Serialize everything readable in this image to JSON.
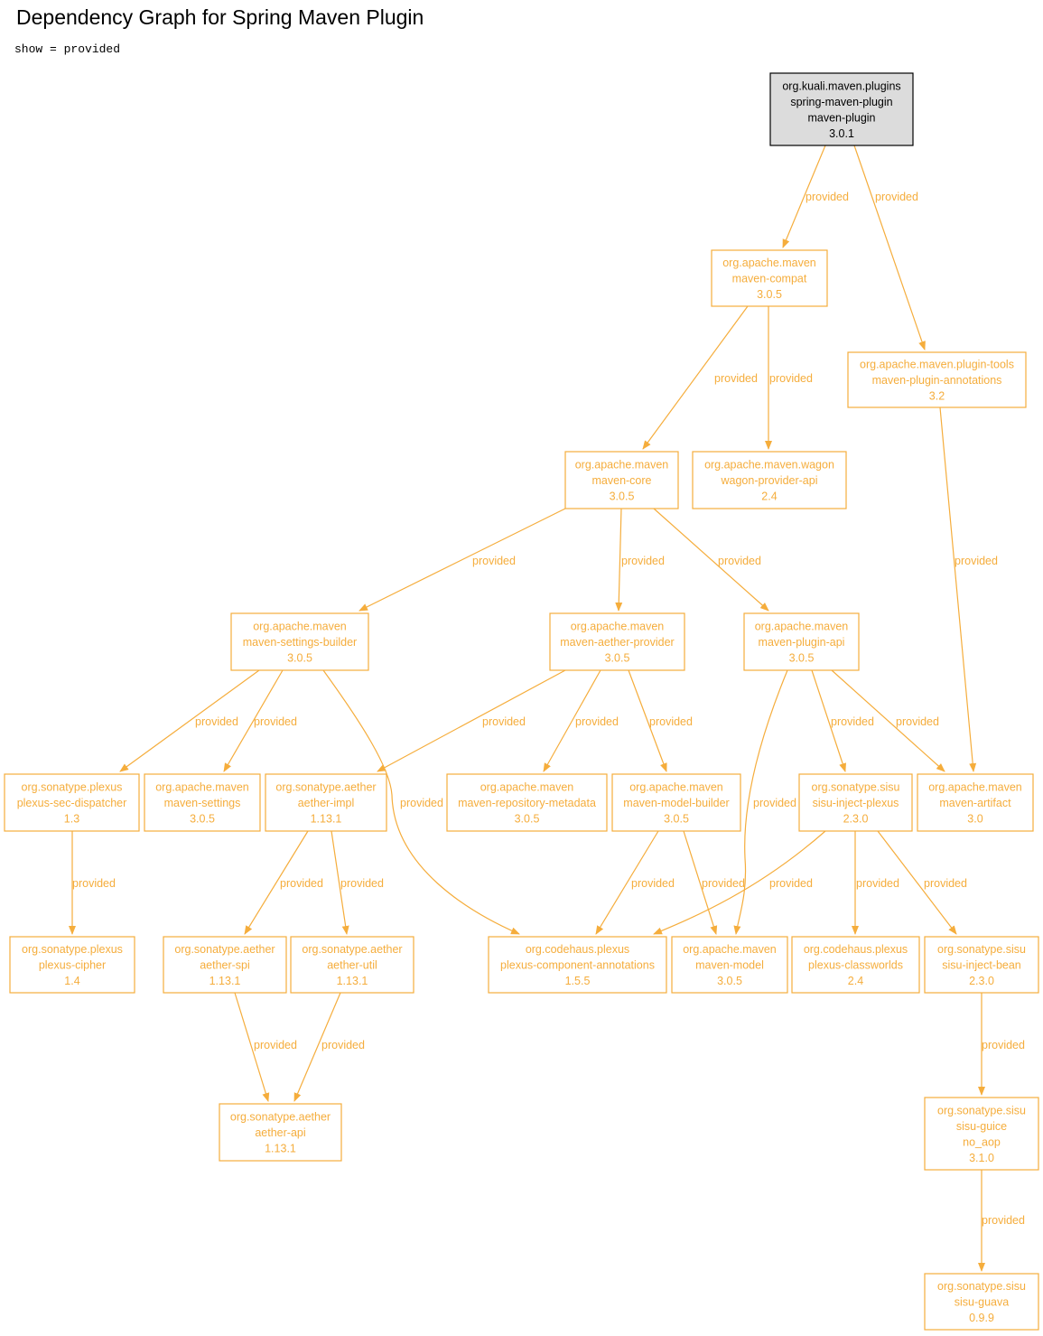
{
  "title": "Dependency Graph for Spring Maven Plugin",
  "subtitle": "show = provided",
  "colors": {
    "accent": "#f5ad3c",
    "root_fill": "#dcdcdc",
    "root_stroke": "#000000",
    "root_text": "#000000"
  },
  "nodes": [
    {
      "id": "root",
      "root": true,
      "lines": [
        "org.kuali.maven.plugins",
        "spring-maven-plugin",
        "maven-plugin",
        "3.0.1"
      ]
    },
    {
      "id": "maven-compat",
      "lines": [
        "org.apache.maven",
        "maven-compat",
        "3.0.5"
      ]
    },
    {
      "id": "maven-plugin-annotations",
      "lines": [
        "org.apache.maven.plugin-tools",
        "maven-plugin-annotations",
        "3.2"
      ]
    },
    {
      "id": "maven-core",
      "lines": [
        "org.apache.maven",
        "maven-core",
        "3.0.5"
      ]
    },
    {
      "id": "wagon-provider-api",
      "lines": [
        "org.apache.maven.wagon",
        "wagon-provider-api",
        "2.4"
      ]
    },
    {
      "id": "maven-settings-builder",
      "lines": [
        "org.apache.maven",
        "maven-settings-builder",
        "3.0.5"
      ]
    },
    {
      "id": "maven-aether-provider",
      "lines": [
        "org.apache.maven",
        "maven-aether-provider",
        "3.0.5"
      ]
    },
    {
      "id": "maven-plugin-api",
      "lines": [
        "org.apache.maven",
        "maven-plugin-api",
        "3.0.5"
      ]
    },
    {
      "id": "plexus-sec-dispatcher",
      "lines": [
        "org.sonatype.plexus",
        "plexus-sec-dispatcher",
        "1.3"
      ]
    },
    {
      "id": "maven-settings",
      "lines": [
        "org.apache.maven",
        "maven-settings",
        "3.0.5"
      ]
    },
    {
      "id": "aether-impl",
      "lines": [
        "org.sonatype.aether",
        "aether-impl",
        "1.13.1"
      ]
    },
    {
      "id": "maven-repository-metadata",
      "lines": [
        "org.apache.maven",
        "maven-repository-metadata",
        "3.0.5"
      ]
    },
    {
      "id": "maven-model-builder",
      "lines": [
        "org.apache.maven",
        "maven-model-builder",
        "3.0.5"
      ]
    },
    {
      "id": "sisu-inject-plexus",
      "lines": [
        "org.sonatype.sisu",
        "sisu-inject-plexus",
        "2.3.0"
      ]
    },
    {
      "id": "maven-artifact",
      "lines": [
        "org.apache.maven",
        "maven-artifact",
        "3.0"
      ]
    },
    {
      "id": "plexus-cipher",
      "lines": [
        "org.sonatype.plexus",
        "plexus-cipher",
        "1.4"
      ]
    },
    {
      "id": "aether-spi",
      "lines": [
        "org.sonatype.aether",
        "aether-spi",
        "1.13.1"
      ]
    },
    {
      "id": "aether-util",
      "lines": [
        "org.sonatype.aether",
        "aether-util",
        "1.13.1"
      ]
    },
    {
      "id": "plexus-component-annotations",
      "lines": [
        "org.codehaus.plexus",
        "plexus-component-annotations",
        "1.5.5"
      ]
    },
    {
      "id": "maven-model",
      "lines": [
        "org.apache.maven",
        "maven-model",
        "3.0.5"
      ]
    },
    {
      "id": "plexus-classworlds",
      "lines": [
        "org.codehaus.plexus",
        "plexus-classworlds",
        "2.4"
      ]
    },
    {
      "id": "sisu-inject-bean",
      "lines": [
        "org.sonatype.sisu",
        "sisu-inject-bean",
        "2.3.0"
      ]
    },
    {
      "id": "aether-api",
      "lines": [
        "org.sonatype.aether",
        "aether-api",
        "1.13.1"
      ]
    },
    {
      "id": "sisu-guice",
      "lines": [
        "org.sonatype.sisu",
        "sisu-guice",
        "no_aop",
        "3.1.0"
      ]
    },
    {
      "id": "sisu-guava",
      "lines": [
        "org.sonatype.sisu",
        "sisu-guava",
        "0.9.9"
      ]
    }
  ],
  "edges": [
    {
      "id": "root-maven-compat",
      "label": "provided"
    },
    {
      "id": "root-maven-plugin-annotations",
      "label": "provided"
    },
    {
      "id": "maven-compat-maven-core",
      "label": "provided"
    },
    {
      "id": "maven-compat-wagon-provider-api",
      "label": "provided"
    },
    {
      "id": "maven-plugin-annotations-maven-artifact",
      "label": "provided"
    },
    {
      "id": "maven-core-maven-settings-builder",
      "label": "provided"
    },
    {
      "id": "maven-core-maven-aether-provider",
      "label": "provided"
    },
    {
      "id": "maven-core-maven-plugin-api",
      "label": "provided"
    },
    {
      "id": "maven-settings-builder-plexus-sec-dispatcher",
      "label": "provided"
    },
    {
      "id": "maven-settings-builder-maven-settings",
      "label": "provided"
    },
    {
      "id": "maven-settings-builder-plexus-component-annotations",
      "label": "provided"
    },
    {
      "id": "maven-aether-provider-aether-impl",
      "label": "provided"
    },
    {
      "id": "maven-aether-provider-maven-repository-metadata",
      "label": "provided"
    },
    {
      "id": "maven-aether-provider-maven-model-builder",
      "label": "provided"
    },
    {
      "id": "maven-plugin-api-maven-model",
      "label": "provided"
    },
    {
      "id": "maven-plugin-api-sisu-inject-plexus",
      "label": "provided"
    },
    {
      "id": "maven-plugin-api-maven-artifact",
      "label": "provided"
    },
    {
      "id": "plexus-sec-dispatcher-plexus-cipher",
      "label": "provided"
    },
    {
      "id": "aether-impl-aether-spi",
      "label": "provided"
    },
    {
      "id": "aether-impl-aether-util",
      "label": "provided"
    },
    {
      "id": "maven-model-builder-plexus-component-annotations",
      "label": "provided"
    },
    {
      "id": "maven-model-builder-maven-model",
      "label": "provided"
    },
    {
      "id": "sisu-inject-plexus-plexus-component-annotations",
      "label": "provided"
    },
    {
      "id": "sisu-inject-plexus-plexus-classworlds",
      "label": "provided"
    },
    {
      "id": "sisu-inject-plexus-sisu-inject-bean",
      "label": "provided"
    },
    {
      "id": "aether-spi-aether-api",
      "label": "provided"
    },
    {
      "id": "aether-util-aether-api",
      "label": "provided"
    },
    {
      "id": "sisu-inject-bean-sisu-guice",
      "label": "provided"
    },
    {
      "id": "sisu-guice-sisu-guava",
      "label": "provided"
    }
  ]
}
